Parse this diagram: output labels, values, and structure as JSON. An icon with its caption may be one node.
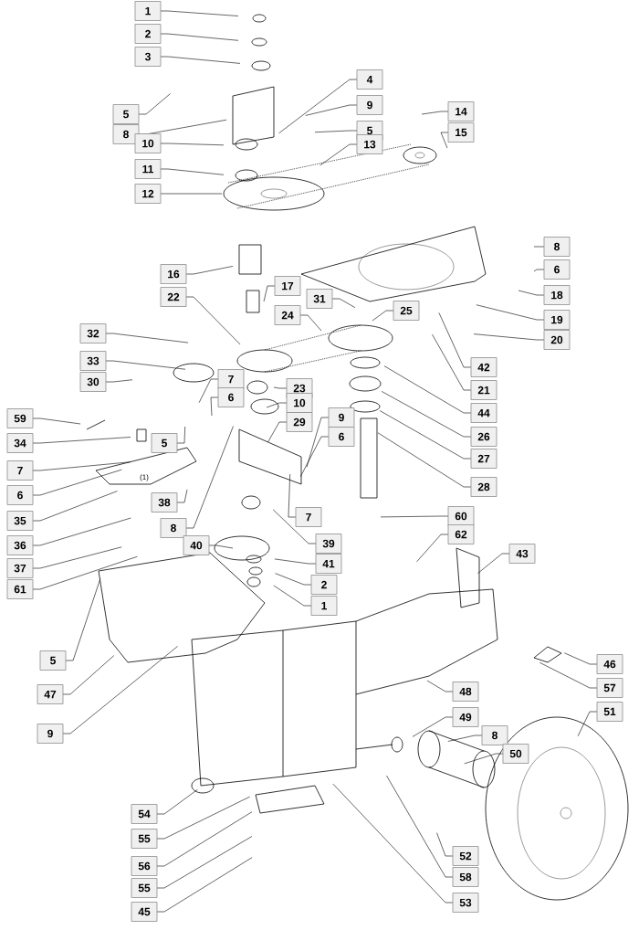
{
  "diagram": {
    "nodes": [
      {
        "text": [
          "1"
        ]
      },
      {
        "text": [
          "2"
        ]
      },
      {
        "text": [
          "3"
        ]
      },
      {
        "text": [
          "5"
        ]
      },
      {
        "text": [
          "4"
        ]
      },
      {
        "text": [
          "8"
        ]
      },
      {
        "text": [
          "9"
        ]
      },
      {
        "text": [
          "5"
        ]
      },
      {
        "text": [
          "10"
        ]
      },
      {
        "text": [
          "11"
        ]
      },
      {
        "text": [
          "12"
        ]
      },
      {
        "text": [
          "13"
        ]
      },
      {
        "text": [
          "14"
        ]
      },
      {
        "text": [
          "15"
        ]
      },
      {
        "text": [
          "8"
        ]
      },
      {
        "text": [
          "6"
        ]
      },
      {
        "text": [
          "18"
        ]
      },
      {
        "text": [
          "16"
        ]
      },
      {
        "text": [
          "17"
        ]
      },
      {
        "text": [
          "22"
        ]
      },
      {
        "text": [
          "24"
        ]
      },
      {
        "text": [
          "31"
        ]
      },
      {
        "text": [
          "25"
        ]
      },
      {
        "text": [
          "19"
        ]
      },
      {
        "text": [
          "20"
        ]
      },
      {
        "text": [
          "42"
        ]
      },
      {
        "text": [
          "21"
        ]
      },
      {
        "text": [
          "44"
        ]
      },
      {
        "text": [
          "26"
        ]
      },
      {
        "text": [
          "27"
        ]
      },
      {
        "text": [
          "28"
        ]
      },
      {
        "text": [
          "32"
        ]
      },
      {
        "text": [
          "33"
        ]
      },
      {
        "text": [
          "30"
        ]
      },
      {
        "text": [
          "7"
        ]
      },
      {
        "text": [
          "6"
        ]
      },
      {
        "text": [
          "23"
        ]
      },
      {
        "text": [
          "10"
        ]
      },
      {
        "text": [
          "29"
        ]
      },
      {
        "text": [
          "59"
        ]
      },
      {
        "text": [
          "34"
        ]
      },
      {
        "text": [
          "5"
        ]
      },
      {
        "text": [
          "7"
        ]
      },
      {
        "text": [
          "6"
        ]
      },
      {
        "text": [
          "35"
        ]
      },
      {
        "text": [
          "36"
        ]
      },
      {
        "text": [
          "37"
        ]
      },
      {
        "text": [
          "61"
        ]
      },
      {
        "text": [
          "38"
        ]
      },
      {
        "text": [
          "8"
        ]
      },
      {
        "text": [
          "40"
        ]
      },
      {
        "text": [
          "9"
        ]
      },
      {
        "text": [
          "6"
        ]
      },
      {
        "text": [
          "7"
        ]
      },
      {
        "text": [
          "39"
        ]
      },
      {
        "text": [
          "41"
        ]
      },
      {
        "text": [
          "2"
        ]
      },
      {
        "text": [
          "1"
        ]
      },
      {
        "text": [
          "60"
        ]
      },
      {
        "text": [
          "62"
        ]
      },
      {
        "text": [
          "43"
        ]
      },
      {
        "text": [
          "46"
        ]
      },
      {
        "text": [
          "57"
        ]
      },
      {
        "text": [
          "48"
        ]
      },
      {
        "text": [
          "49"
        ]
      },
      {
        "text": [
          "8"
        ]
      },
      {
        "text": [
          "50"
        ]
      },
      {
        "text": [
          "51"
        ]
      },
      {
        "text": [
          "52"
        ]
      },
      {
        "text": [
          "58"
        ]
      },
      {
        "text": [
          "53"
        ]
      },
      {
        "text": [
          "54"
        ]
      },
      {
        "text": [
          "55"
        ]
      },
      {
        "text": [
          "56"
        ]
      },
      {
        "text": [
          "55"
        ]
      },
      {
        "text": [
          "45"
        ]
      },
      {
        "text": [
          "5"
        ]
      },
      {
        "text": [
          "47"
        ]
      },
      {
        "text": [
          "9"
        ]
      }
    ],
    "edges": [
      {
        "from": 0,
        "to": null,
        "arrow": "none"
      },
      {
        "from": 1,
        "to": null,
        "arrow": "none"
      },
      {
        "from": 2,
        "to": null,
        "arrow": "none"
      },
      {
        "from": 3,
        "to": null,
        "arrow": "none"
      },
      {
        "from": 4,
        "to": null,
        "arrow": "none"
      },
      {
        "from": 5,
        "to": null,
        "arrow": "none"
      },
      {
        "from": 6,
        "to": null,
        "arrow": "none"
      },
      {
        "from": 7,
        "to": null,
        "arrow": "none"
      },
      {
        "from": 8,
        "to": null,
        "arrow": "none"
      },
      {
        "from": 9,
        "to": null,
        "arrow": "none"
      },
      {
        "from": 10,
        "to": null,
        "arrow": "none"
      },
      {
        "from": 11,
        "to": null,
        "arrow": "none"
      },
      {
        "from": 12,
        "to": null,
        "arrow": "none"
      },
      {
        "from": 13,
        "to": null,
        "arrow": "none"
      },
      {
        "from": 14,
        "to": null,
        "arrow": "none"
      },
      {
        "from": 15,
        "to": null,
        "arrow": "none"
      },
      {
        "from": 16,
        "to": null,
        "arrow": "none"
      },
      {
        "from": 17,
        "to": null,
        "arrow": "none"
      },
      {
        "from": 18,
        "to": null,
        "arrow": "none"
      },
      {
        "from": 19,
        "to": null,
        "arrow": "none"
      },
      {
        "from": 20,
        "to": null,
        "arrow": "none"
      },
      {
        "from": 21,
        "to": null,
        "arrow": "none"
      },
      {
        "from": 22,
        "to": null,
        "arrow": "none"
      },
      {
        "from": 23,
        "to": null,
        "arrow": "none"
      },
      {
        "from": 24,
        "to": null,
        "arrow": "none"
      },
      {
        "from": 25,
        "to": null,
        "arrow": "none"
      },
      {
        "from": 26,
        "to": null,
        "arrow": "none"
      },
      {
        "from": 27,
        "to": null,
        "arrow": "none"
      },
      {
        "from": 28,
        "to": null,
        "arrow": "none"
      },
      {
        "from": 29,
        "to": null,
        "arrow": "none"
      },
      {
        "from": 30,
        "to": null,
        "arrow": "none"
      },
      {
        "from": 31,
        "to": null,
        "arrow": "none"
      },
      {
        "from": 32,
        "to": null,
        "arrow": "none"
      },
      {
        "from": 33,
        "to": null,
        "arrow": "none"
      },
      {
        "from": 34,
        "to": null,
        "arrow": "none"
      },
      {
        "from": 35,
        "to": null,
        "arrow": "none"
      },
      {
        "from": 36,
        "to": null,
        "arrow": "none"
      },
      {
        "from": 37,
        "to": null,
        "arrow": "none"
      },
      {
        "from": 38,
        "to": null,
        "arrow": "none"
      },
      {
        "from": 39,
        "to": null,
        "arrow": "none"
      },
      {
        "from": 40,
        "to": null,
        "arrow": "none"
      },
      {
        "from": 41,
        "to": null,
        "arrow": "none"
      },
      {
        "from": 42,
        "to": null,
        "arrow": "none"
      },
      {
        "from": 43,
        "to": null,
        "arrow": "none"
      },
      {
        "from": 44,
        "to": null,
        "arrow": "none"
      },
      {
        "from": 45,
        "to": null,
        "arrow": "none"
      },
      {
        "from": 46,
        "to": null,
        "arrow": "none"
      },
      {
        "from": 47,
        "to": null,
        "arrow": "none"
      },
      {
        "from": 48,
        "to": null,
        "arrow": "none"
      },
      {
        "from": 49,
        "to": null,
        "arrow": "none"
      },
      {
        "from": 50,
        "to": null,
        "arrow": "none"
      },
      {
        "from": 51,
        "to": null,
        "arrow": "none"
      },
      {
        "from": 52,
        "to": null,
        "arrow": "none"
      },
      {
        "from": 53,
        "to": null,
        "arrow": "none"
      },
      {
        "from": 54,
        "to": null,
        "arrow": "none"
      },
      {
        "from": 55,
        "to": null,
        "arrow": "none"
      },
      {
        "from": 56,
        "to": null,
        "arrow": "none"
      },
      {
        "from": 57,
        "to": null,
        "arrow": "none"
      },
      {
        "from": 58,
        "to": null,
        "arrow": "none"
      },
      {
        "from": 59,
        "to": null,
        "arrow": "none"
      },
      {
        "from": 60,
        "to": null,
        "arrow": "none"
      },
      {
        "from": 61,
        "to": null,
        "arrow": "none"
      },
      {
        "from": 62,
        "to": null,
        "arrow": "none"
      },
      {
        "from": 63,
        "to": null,
        "arrow": "none"
      },
      {
        "from": 64,
        "to": null,
        "arrow": "none"
      },
      {
        "from": 65,
        "to": null,
        "arrow": "none"
      },
      {
        "from": 66,
        "to": null,
        "arrow": "none"
      },
      {
        "from": 67,
        "to": null,
        "arrow": "none"
      },
      {
        "from": 68,
        "to": null,
        "arrow": "none"
      },
      {
        "from": 69,
        "to": null,
        "arrow": "none"
      },
      {
        "from": 70,
        "to": null,
        "arrow": "none"
      },
      {
        "from": 71,
        "to": null,
        "arrow": "none"
      },
      {
        "from": 72,
        "to": null,
        "arrow": "none"
      },
      {
        "from": 73,
        "to": null,
        "arrow": "none"
      },
      {
        "from": 74,
        "to": null,
        "arrow": "none"
      },
      {
        "from": 75,
        "to": null,
        "arrow": "none"
      },
      {
        "from": 76,
        "to": null,
        "arrow": "none"
      },
      {
        "from": 77,
        "to": null,
        "arrow": "none"
      },
      {
        "from": 78,
        "to": null,
        "arrow": "none"
      }
    ],
    "labels": [
      "(1)"
    ]
  }
}
